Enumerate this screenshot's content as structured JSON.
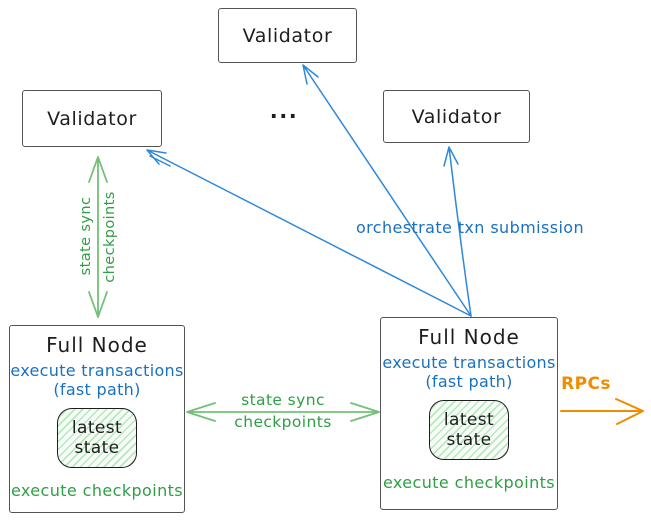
{
  "validators": [
    {
      "position": "top",
      "label": "Validator"
    },
    {
      "position": "left",
      "label": "Validator"
    },
    {
      "position": "right",
      "label": "Validator"
    }
  ],
  "ellipsis": "...",
  "full_nodes": [
    {
      "position": "left",
      "title": "Full Node",
      "exec_transactions": "execute transactions",
      "fast_path": "(fast path)",
      "state_line1": "latest",
      "state_line2": "state",
      "exec_checkpoints": "execute checkpoints"
    },
    {
      "position": "right",
      "title": "Full Node",
      "exec_transactions": "execute transactions",
      "fast_path": "(fast path)",
      "state_line1": "latest",
      "state_line2": "state",
      "exec_checkpoints": "execute checkpoints"
    }
  ],
  "edge_labels": {
    "vertical_state_sync": {
      "line1": "state sync",
      "line2": "checkpoints"
    },
    "horizontal_state_sync": {
      "line1": "state sync",
      "line2": "checkpoints"
    },
    "orchestrate": "orchestrate txn submission",
    "rpcs": "RPCs"
  },
  "colors": {
    "blue_text": "#1971c2",
    "blue_arrow": "#2f88d8",
    "green_text": "#2f9e44",
    "green_arrow": "#74c078",
    "orange": "#f08c00",
    "box_border": "#545454",
    "text": "#1e1e1e",
    "state_fill_hatch": "#96dca2"
  }
}
